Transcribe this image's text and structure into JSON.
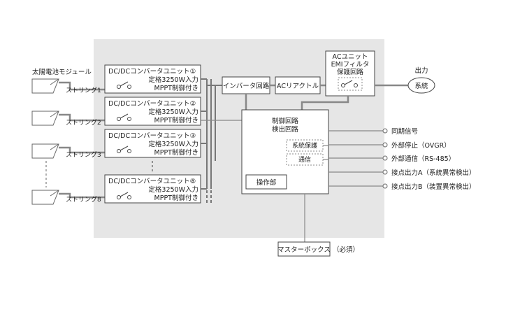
{
  "labels": {
    "pv_module": "太陽電池モジュール",
    "strings": [
      "ストリング1",
      "ストリング2",
      "ストリング3",
      "ストリング8"
    ],
    "dcdc_units": [
      {
        "name": "DC/DCコンバータユニット①",
        "rating": "定格3250W入力",
        "mppt": "MPPT制御付き"
      },
      {
        "name": "DC/DCコンバータユニット②",
        "rating": "定格3250W入力",
        "mppt": "MPPT制御付き"
      },
      {
        "name": "DC/DCコンバータユニット③",
        "rating": "定格3250W入力",
        "mppt": "MPPT制御付き"
      },
      {
        "name": "DC/DCコンバータユニット⑧",
        "rating": "定格3250W入力",
        "mppt": "MPPT制御付き"
      }
    ],
    "inverter": "インバータ回路",
    "ac_reactor": "ACリアクトル",
    "ac_unit": [
      "ACユニット",
      "EMIフィルタ",
      "保護回路"
    ],
    "output": "出力",
    "grid": "系統",
    "control": [
      "制御回路",
      "検出回路"
    ],
    "system_protection": "系統保護",
    "communication": "通信",
    "operation": "操作部",
    "signals": [
      "同期信号",
      "外部停止（OVGR）",
      "外部通信（RS-485）",
      "接点出力A（系統異常検出）",
      "接点出力B（装置異常検出）"
    ],
    "master_box": "マスターボックス",
    "required": "（必須）"
  },
  "colors": {
    "enclosure": "#e6e6e6",
    "wire": "#888888",
    "required": "#c0392b"
  }
}
